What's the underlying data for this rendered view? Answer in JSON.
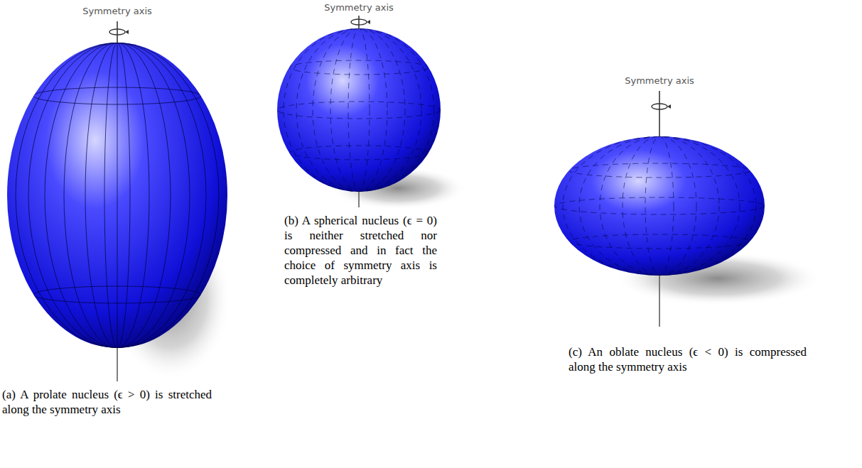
{
  "diagram": {
    "labels": [
      "Symmetry axis",
      "Symmetry axis",
      "Symmetry axis",
      "(a) A prolate nucleus (ϵ > 0) is stretched along the symmetry axis",
      "(b) A spherical nucleus (ϵ = 0) is neither stretched nor compressed and in fact the choice of symmetry axis is completely arbitrary",
      "(c) An oblate nucleus (ϵ < 0) is compressed along the symmetry axis"
    ]
  }
}
